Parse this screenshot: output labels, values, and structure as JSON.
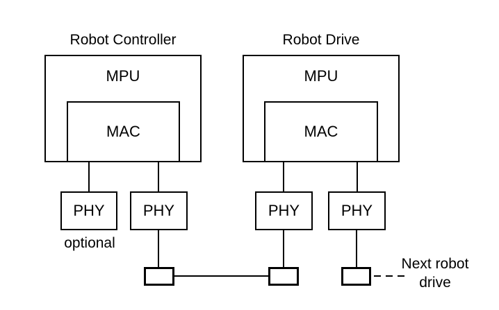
{
  "controller": {
    "title": "Robot Controller",
    "mpu": "MPU",
    "mac": "MAC"
  },
  "drive": {
    "title": "Robot Drive",
    "mpu": "MPU",
    "mac": "MAC"
  },
  "phys": [
    {
      "label": "PHY"
    },
    {
      "label": "PHY"
    },
    {
      "label": "PHY"
    },
    {
      "label": "PHY"
    }
  ],
  "optional_label": "optional",
  "next_drive_label": "Next robot drive",
  "colors": {
    "stroke": "#000000",
    "background": "#ffffff"
  }
}
